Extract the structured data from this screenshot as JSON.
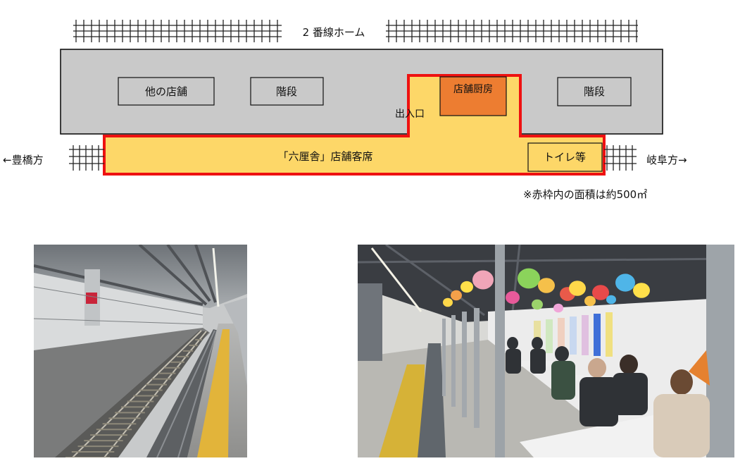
{
  "diagram": {
    "platform_label": "2 番線ホーム",
    "other_store": "他の店舗",
    "stairs_left": "階段",
    "stairs_right": "階段",
    "kitchen": "店舗厨房",
    "entrance": "出入口",
    "seating": "「六厘舎」店舗客席",
    "toilet": "トイレ等",
    "dir_left": "←豊橋方",
    "dir_right": "岐阜方→",
    "note": "※赤枠内の面積は約500㎡"
  },
  "colors": {
    "station_gray": "#c9c9c9",
    "seating_yellow": "#fdd768",
    "kitchen_orange": "#ed7d31",
    "frame_red": "#ee1111"
  },
  "photos": [
    {
      "name": "platform-photo",
      "description_icon": "railway-platform-photo"
    },
    {
      "name": "restaurant-photo",
      "description_icon": "lantern-seating-photo"
    }
  ]
}
